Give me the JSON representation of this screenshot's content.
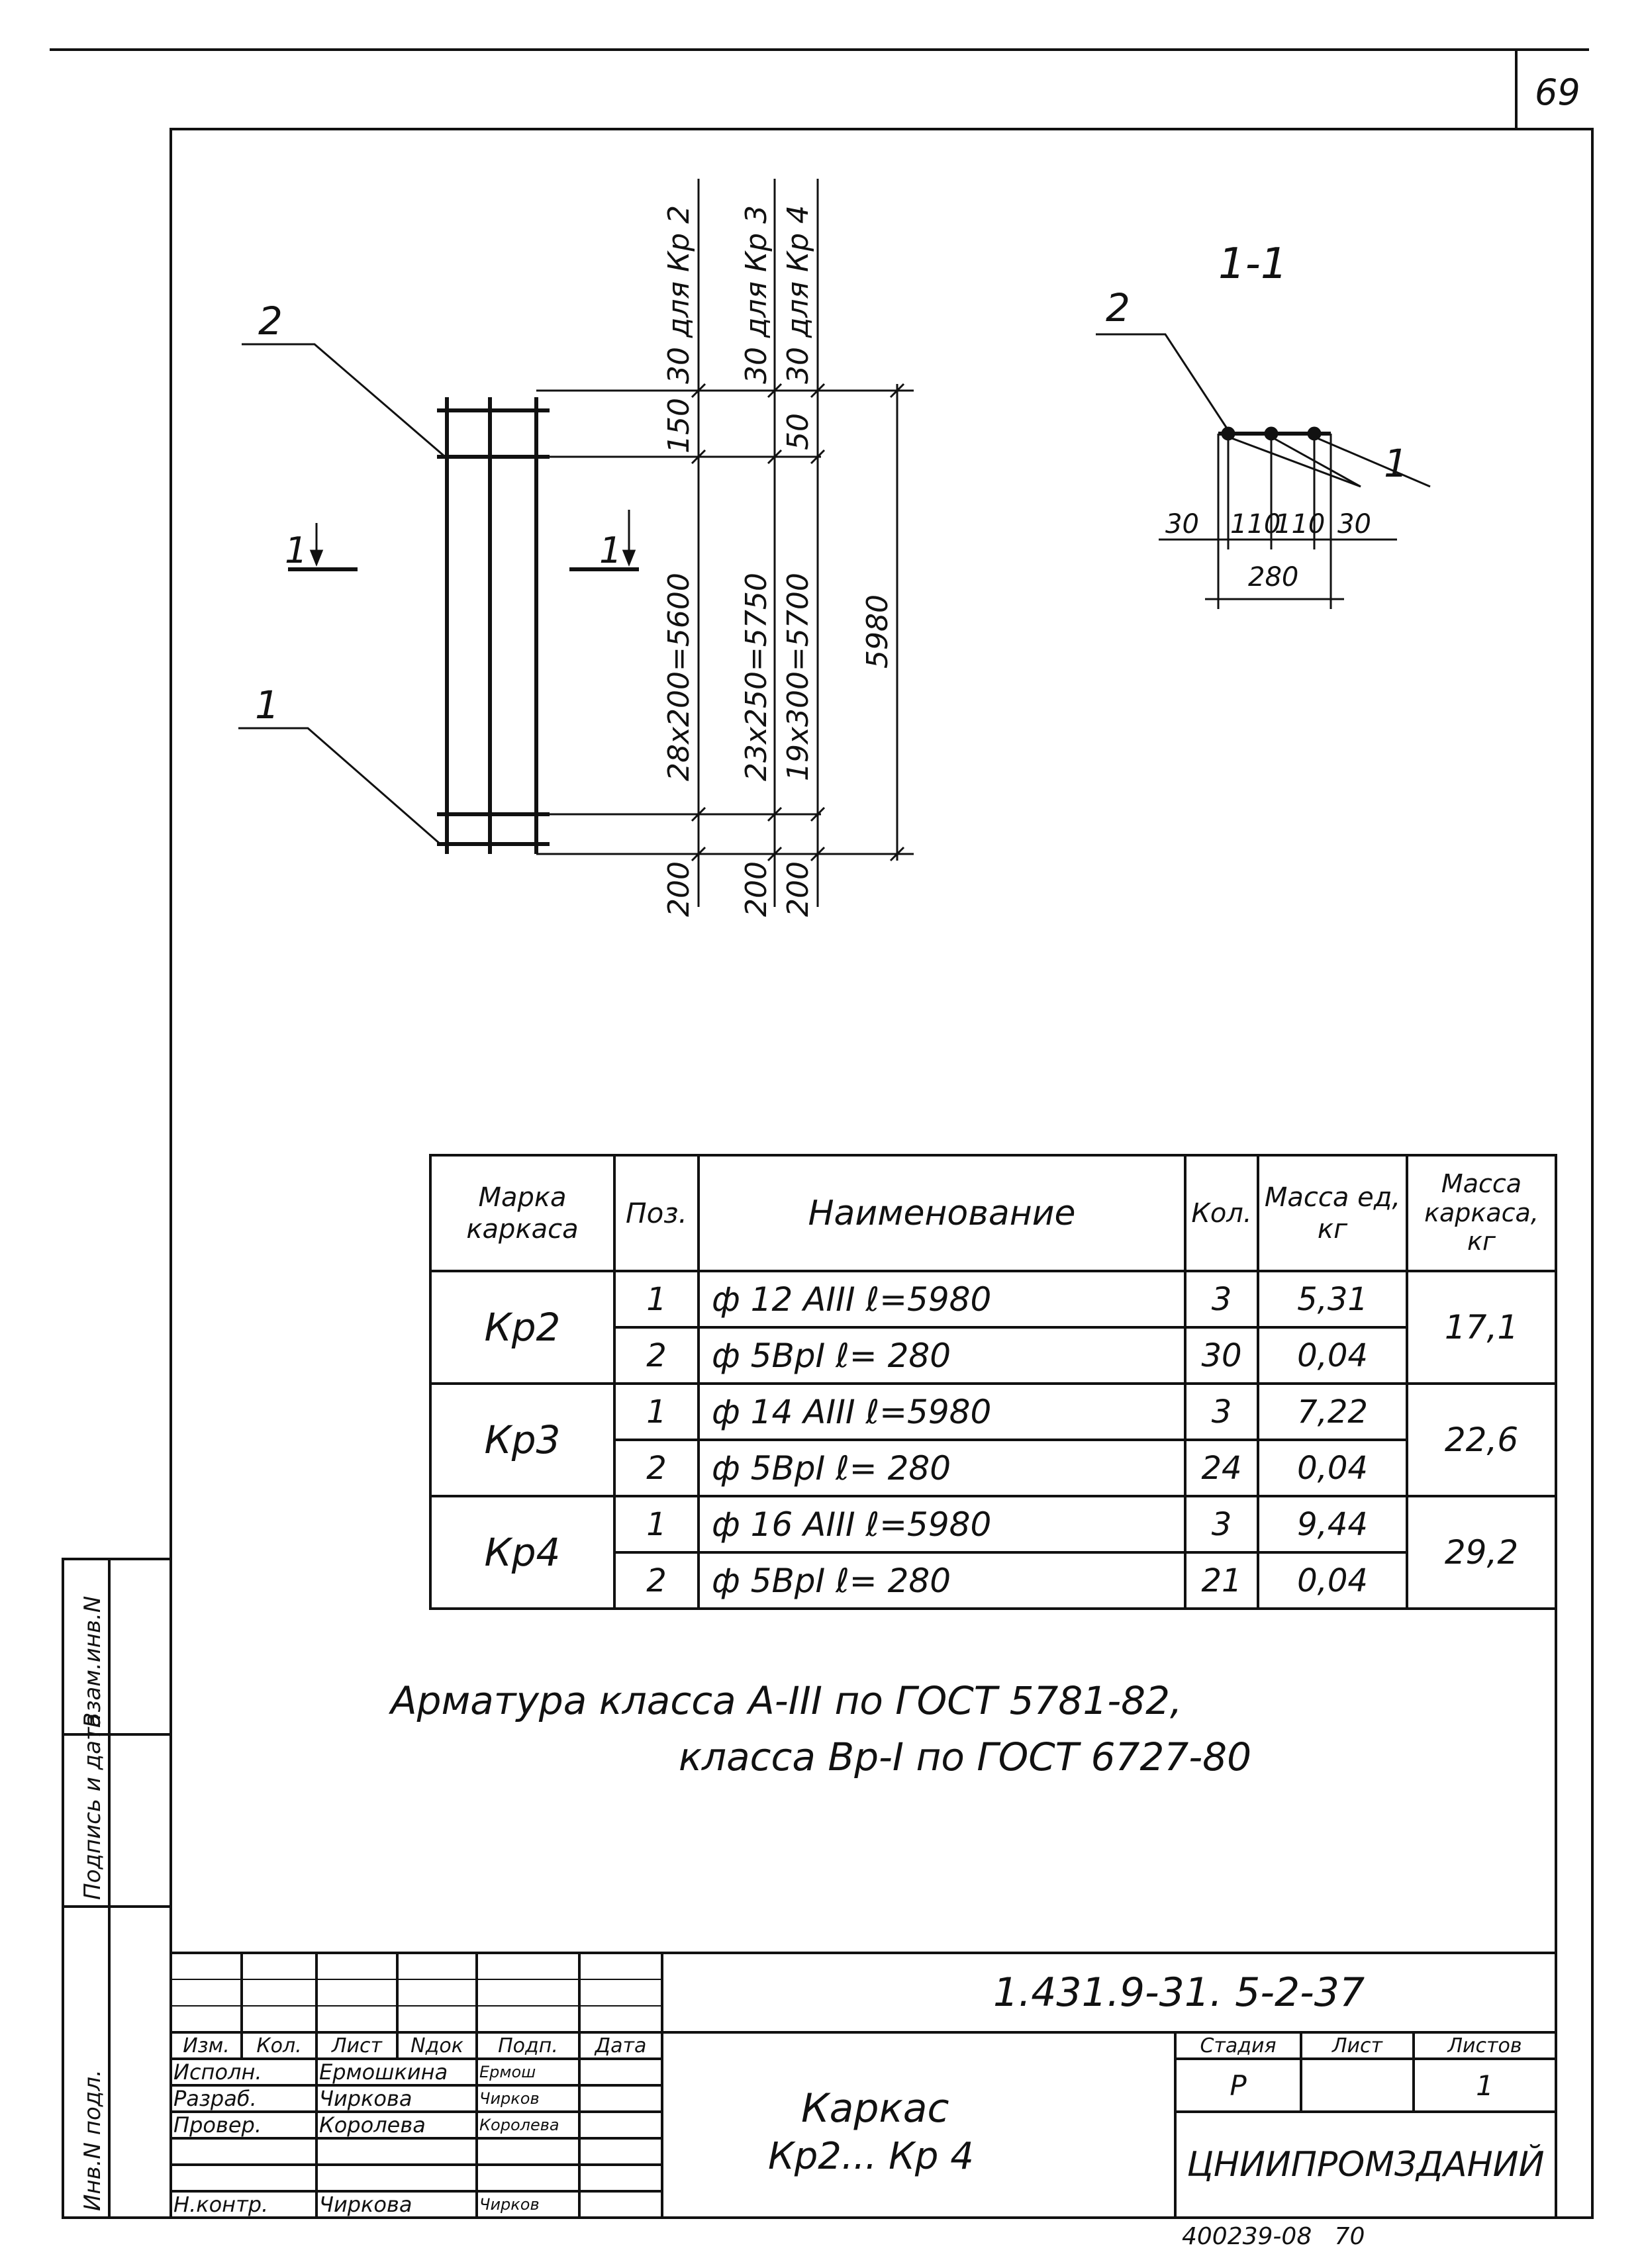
{
  "page_number": "69",
  "drawing": {
    "plan_callouts": [
      "2",
      "1"
    ],
    "section_markers": [
      "1",
      "1"
    ],
    "dim_top": [
      "30 для Кр 2",
      "30 для Кр 3",
      "30 для Кр 4"
    ],
    "dim_upper": [
      "150",
      "50"
    ],
    "dim_mid": [
      "28x200=5600",
      "23x250=5750",
      "19x300=5700"
    ],
    "dim_total": "5980",
    "dim_bottom": [
      "200",
      "200",
      "200"
    ],
    "section_title": "1-1",
    "section_callouts": [
      "2",
      "1"
    ],
    "section_dims": [
      "30",
      "110",
      "110",
      "30"
    ],
    "section_total": "280"
  },
  "spec_table": {
    "headers": {
      "mark": "Марка каркаса",
      "pos": "Поз.",
      "name": "Наименование",
      "qty": "Кол.",
      "unit_mass": "Масса ед, кг",
      "frame_mass": "Масса каркаса, кг"
    },
    "groups": [
      {
        "mark": "Кр2",
        "frame_mass": "17,1",
        "rows": [
          {
            "pos": "1",
            "name": "ф 12 AIII  ℓ=5980",
            "qty": "3",
            "mass": "5,31"
          },
          {
            "pos": "2",
            "name": "ф 5BpI  ℓ= 280",
            "qty": "30",
            "mass": "0,04"
          }
        ]
      },
      {
        "mark": "Кр3",
        "frame_mass": "22,6",
        "rows": [
          {
            "pos": "1",
            "name": "ф 14 AIII  ℓ=5980",
            "qty": "3",
            "mass": "7,22"
          },
          {
            "pos": "2",
            "name": "ф 5BpI  ℓ= 280",
            "qty": "24",
            "mass": "0,04"
          }
        ]
      },
      {
        "mark": "Кр4",
        "frame_mass": "29,2",
        "rows": [
          {
            "pos": "1",
            "name": "ф 16 AIII  ℓ=5980",
            "qty": "3",
            "mass": "9,44"
          },
          {
            "pos": "2",
            "name": "ф 5BpI  ℓ= 280",
            "qty": "21",
            "mass": "0,04"
          }
        ]
      }
    ]
  },
  "notes": {
    "line1": "Арматура класса A-III по ГОСТ 5781-82,",
    "line2": "класса Bp-I по ГОСТ 6727-80"
  },
  "side_stamp": [
    "Инв.N подл.",
    "Подпись и дата",
    "Взам.инв.N"
  ],
  "title_block": {
    "doc_code": "1.431.9-31. 5-2-37",
    "col_headers": [
      "Изм.",
      "Кол.",
      "Лист",
      "Nдок",
      "Подп.",
      "Дата"
    ],
    "roles": [
      {
        "role": "Исполн.",
        "name": "Ермошкина",
        "sign": "Ермош"
      },
      {
        "role": "Разраб.",
        "name": "Чиркова",
        "sign": "Чирков"
      },
      {
        "role": "Провер.",
        "name": "Королева",
        "sign": "Королева"
      },
      {
        "role": "Н.контр.",
        "name": "Чиркова",
        "sign": "Чирков"
      }
    ],
    "title_line1": "Каркас",
    "title_line2": "Кр2... Кр 4",
    "stage_label": "Стадия",
    "sheet_label": "Лист",
    "sheets_label": "Листов",
    "stage_value": "Р",
    "sheets_value": "1",
    "organization": "ЦНИИПРОМЗДАНИЙ"
  },
  "footer_code": "400239-08   70"
}
